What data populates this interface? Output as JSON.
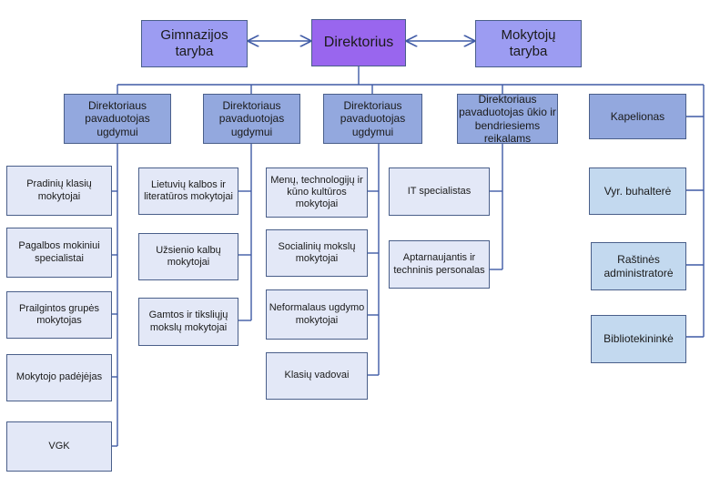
{
  "top": {
    "director": "Direktorius",
    "council_left": "Gimnazijos\ntaryba",
    "council_right": "Mokytojų\ntaryba"
  },
  "deputies": [
    "Direktoriaus\npavaduotojas\nugdymui",
    "Direktoriaus\npavaduotojas\nugdymui",
    "Direktoriaus\npavaduotojas\nugdymui",
    "Direktoriaus\npavaduotojas ūkio ir\nbendriesiems\nreikalams",
    "Kapelionas"
  ],
  "col1": [
    "Pradinių klasių\nmokytojai",
    "Pagalbos mokiniui\nspecialistai",
    "Prailgintos grupės\nmokytojas",
    "Mokytojo padėjėjas",
    "VGK"
  ],
  "col2": [
    "Lietuvių kalbos  ir\nliteratūros mokytojai",
    "Užsienio kalbų\nmokytojai",
    "Gamtos ir tiksliųjų\nmokslų mokytojai"
  ],
  "col3": [
    "Menų, technologijų ir\nkūno kultūros\nmokytojai",
    "Socialinių mokslų\nmokytojai",
    "Neformalaus ugdymo\nmokytojai",
    "Klasių vadovai"
  ],
  "col4": [
    "IT specialistas",
    "Aptarnaujantis ir\ntechninis personalas"
  ],
  "col5": [
    "Vyr. buhalterė",
    "Raštinės\nadministratorė",
    "Bibliotekininkė"
  ]
}
